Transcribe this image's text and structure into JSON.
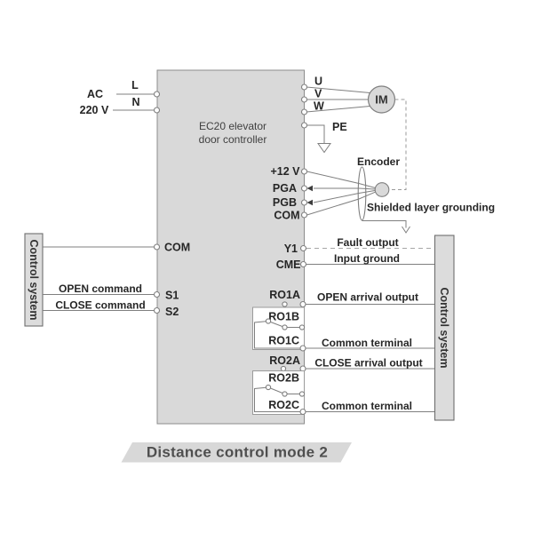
{
  "caption": "Distance control mode 2",
  "controller": {
    "name_line1": "EC20 elevator",
    "name_line2": "door controller"
  },
  "power": {
    "source_line1": "AC",
    "source_line2": "220 V",
    "terminal_l": "L",
    "terminal_n": "N"
  },
  "motor": {
    "label": "IM",
    "terminal_u": "U",
    "terminal_v": "V",
    "terminal_w": "W",
    "terminal_pe": "PE"
  },
  "encoder": {
    "title": "Encoder",
    "terminal_12v": "+12 V",
    "terminal_pga": "PGA",
    "terminal_pgb": "PGB",
    "terminal_com": "COM",
    "grounding_note": "Shielded layer grounding"
  },
  "left_system": {
    "label": "Control system",
    "terminal_com": "COM",
    "open_cmd": "OPEN command",
    "close_cmd": "CLOSE command",
    "terminal_s1": "S1",
    "terminal_s2": "S2"
  },
  "right_system": {
    "label": "Control system"
  },
  "outputs": {
    "y1": {
      "terminal": "Y1",
      "label": "Fault output"
    },
    "cme": {
      "terminal": "CME",
      "label": "Input ground"
    },
    "ro1a": {
      "terminal": "RO1A",
      "label": "OPEN arrival output"
    },
    "ro1b": {
      "terminal": "RO1B"
    },
    "ro1c": {
      "terminal": "RO1C",
      "label": "Common terminal"
    },
    "ro2a": {
      "terminal": "RO2A",
      "label": "CLOSE arrival output"
    },
    "ro2b": {
      "terminal": "RO2B"
    },
    "ro2c": {
      "terminal": "RO2C",
      "label": "Common terminal"
    }
  },
  "colors": {
    "box_fill": "#d9d9d9",
    "wire": "#7f7f7f",
    "text": "#262626",
    "caption_text": "#4f4f4f"
  }
}
